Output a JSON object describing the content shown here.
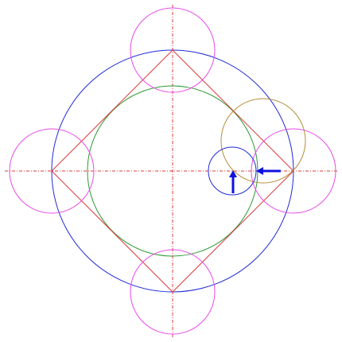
{
  "diagram": {
    "kind": "geometric-construction",
    "colors": {
      "background": "#ffffff",
      "axis": "#e03a3a",
      "square": "#e03a3a",
      "outer_circle": "#1f2bd6",
      "inner_circle": "#2e9a35",
      "corner_circles": "#e84ae8",
      "tangent_circle": "#b58c3a",
      "small_circle": "#1f2bd6",
      "arrows": "#1010e0"
    },
    "axes": {
      "horizontal": "dash-dot",
      "vertical": "dash-dot"
    },
    "elements": [
      "outer-circle",
      "inner-circle",
      "inscribed-square",
      "corner-circle-top",
      "corner-circle-right",
      "corner-circle-bottom",
      "corner-circle-left",
      "tangent-circle",
      "small-circle",
      "arrow-left",
      "arrow-up"
    ]
  }
}
